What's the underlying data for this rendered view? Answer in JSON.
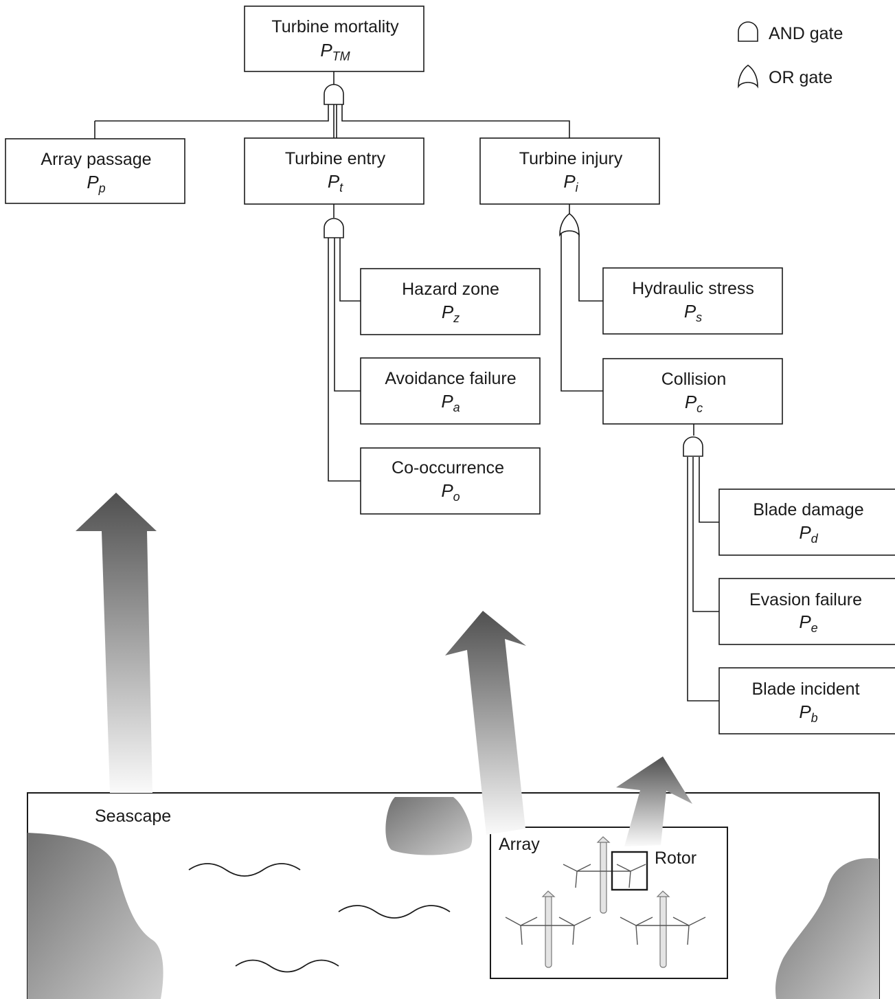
{
  "nodes": {
    "turbine_mortality": {
      "title": "Turbine mortality",
      "symbol": "P",
      "sub": "TM"
    },
    "array_passage": {
      "title": "Array passage",
      "symbol": "P",
      "sub": "p"
    },
    "turbine_entry": {
      "title": "Turbine entry",
      "symbol": "P",
      "sub": "t"
    },
    "turbine_injury": {
      "title": "Turbine injury",
      "symbol": "P",
      "sub": "i"
    },
    "hazard_zone": {
      "title": "Hazard zone",
      "symbol": "P",
      "sub": "z"
    },
    "avoidance_failure": {
      "title": "Avoidance failure",
      "symbol": "P",
      "sub": "a"
    },
    "co_occurrence": {
      "title": "Co-occurrence",
      "symbol": "P",
      "sub": "o"
    },
    "hydraulic_stress": {
      "title": "Hydraulic stress",
      "symbol": "P",
      "sub": "s"
    },
    "collision": {
      "title": "Collision",
      "symbol": "P",
      "sub": "c"
    },
    "blade_damage": {
      "title": "Blade damage",
      "symbol": "P",
      "sub": "d"
    },
    "evasion_failure": {
      "title": "Evasion failure",
      "symbol": "P",
      "sub": "e"
    },
    "blade_incident": {
      "title": "Blade incident",
      "symbol": "P",
      "sub": "b"
    }
  },
  "legend": {
    "and_gate": "AND gate",
    "or_gate": "OR gate"
  },
  "scene": {
    "seascape": "Seascape",
    "array": "Array",
    "rotor": "Rotor"
  },
  "colors": {
    "ink": "#1a1a1a",
    "arrow_dark": "#555555",
    "arrow_light": "#f2f2f2",
    "land_dark": "#7a7a7a",
    "land_light": "#c9c9c9"
  }
}
